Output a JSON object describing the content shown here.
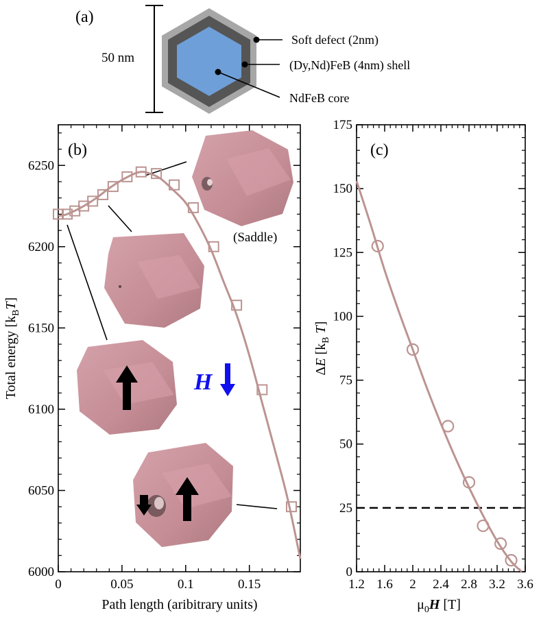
{
  "colors": {
    "curve": "#bb9491",
    "core": "#6f9fd8",
    "shell": "#555555",
    "defect": "#a7a7a7",
    "grain": "#c98a93",
    "field": "#1010ee",
    "dashed": "#000000"
  },
  "panel_a": {
    "label": "(a)",
    "scale_label": "50 nm",
    "labels": {
      "defect": "Soft defect (2nm)",
      "shell": "(Dy,Nd)FeB (4nm) shell",
      "core": "NdFeB core"
    }
  },
  "panel_b": {
    "label": "(b)",
    "saddle_label": "(Saddle)",
    "field_symbol": "H",
    "field_direction": "down",
    "grain_icons": [
      "saddle-grain-icon",
      "intermediate-grain-icon",
      "initial-grain-icon",
      "final-grain-icon"
    ],
    "arrows": {
      "initial": "up",
      "final_large": "up",
      "final_small": "down"
    }
  },
  "panel_c": {
    "label": "(c)"
  },
  "chart_data": [
    {
      "type": "line",
      "panel": "(b)",
      "xlabel": "Path length (aribitrary units)",
      "ylabel": "Total energy [kB T]",
      "xlim": [
        0,
        0.19
      ],
      "ylim": [
        6000,
        6275
      ],
      "xticks": [
        "0",
        "0.05",
        "0.1",
        "0.15"
      ],
      "yticks": [
        "6000",
        "6050",
        "6100",
        "6150",
        "6200",
        "6250"
      ],
      "series": [
        {
          "marker": "square",
          "x": [
            0.0,
            0.007,
            0.013,
            0.02,
            0.027,
            0.035,
            0.043,
            0.054,
            0.065,
            0.077,
            0.091,
            0.106,
            0.122,
            0.14,
            0.16,
            0.183
          ],
          "y": [
            6220,
            6220,
            6222,
            6225,
            6228,
            6232,
            6237,
            6243,
            6246,
            6245,
            6238,
            6224,
            6200,
            6164,
            6112,
            6040
          ]
        }
      ],
      "fit_curve": {
        "x": [
          0.0,
          0.005,
          0.01,
          0.02,
          0.03,
          0.04,
          0.05,
          0.06,
          0.065,
          0.07,
          0.08,
          0.09,
          0.1,
          0.11,
          0.12,
          0.13,
          0.14,
          0.15,
          0.16,
          0.17,
          0.18,
          0.19
        ],
        "y": [
          6219,
          6219.5,
          6221,
          6225,
          6230,
          6236,
          6241,
          6245,
          6246,
          6245.5,
          6242,
          6235,
          6227,
          6214,
          6198,
          6178,
          6158,
          6133,
          6104,
          6075,
          6045,
          6008
        ]
      },
      "grid": false
    },
    {
      "type": "line",
      "panel": "(c)",
      "xlabel": "μ0H [T]",
      "ylabel": "ΔE [kB T]",
      "xlim": [
        1.2,
        3.6
      ],
      "ylim": [
        0,
        175
      ],
      "xticks": [
        "1.2",
        "1.6",
        "2",
        "2.4",
        "2.8",
        "3.2",
        "3.6"
      ],
      "yticks": [
        "0",
        "25",
        "50",
        "75",
        "100",
        "125",
        "150",
        "175"
      ],
      "series": [
        {
          "marker": "circle",
          "x": [
            1.5,
            2.0,
            2.5,
            2.8,
            3.0,
            3.25,
            3.4
          ],
          "y": [
            127.5,
            87,
            57,
            35,
            18,
            11,
            4.5
          ]
        }
      ],
      "fit_curve": {
        "x": [
          1.2,
          1.4,
          1.6,
          1.8,
          2.0,
          2.2,
          2.4,
          2.6,
          2.8,
          3.0,
          3.2,
          3.4,
          3.55
        ],
        "y": [
          153,
          136,
          118,
          102,
          87,
          72,
          58,
          45,
          33,
          22,
          12,
          4,
          0
        ]
      },
      "reference_line": {
        "y": 25,
        "style": "dashed"
      },
      "grid": false
    }
  ]
}
